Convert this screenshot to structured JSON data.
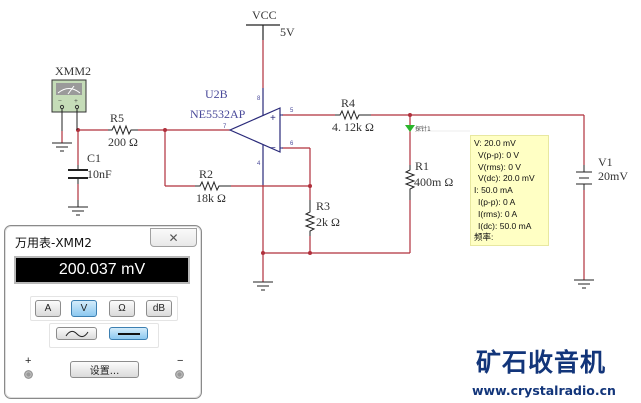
{
  "schematic": {
    "vcc": {
      "name": "VCC",
      "value": "5V"
    },
    "opamp": {
      "ref": "U2B",
      "model": "NE5532AP",
      "pins": {
        "vplus": "8",
        "out": "7",
        "noninv": "5",
        "inv": "6",
        "vminus": "4"
      }
    },
    "r5": {
      "ref": "R5",
      "value": "200 Ω"
    },
    "r2": {
      "ref": "R2",
      "value": "18k Ω"
    },
    "r3": {
      "ref": "R3",
      "value": "2k Ω"
    },
    "r4": {
      "ref": "R4",
      "value": "4. 12k Ω"
    },
    "r1": {
      "ref": "R1",
      "value": "400m Ω"
    },
    "c1": {
      "ref": "C1",
      "value": "10nF"
    },
    "v1": {
      "ref": "V1",
      "value": "20mV"
    },
    "xmm": {
      "ref": "XMM2"
    },
    "probe_label": "探针1"
  },
  "probe": {
    "lines": [
      {
        "text": "V: 20.0 mV",
        "indent": false
      },
      {
        "text": "V(p-p): 0 V",
        "indent": true
      },
      {
        "text": "V(rms): 0 V",
        "indent": true
      },
      {
        "text": "V(dc): 20.0 mV",
        "indent": true
      },
      {
        "text": "I: 50.0 mA",
        "indent": false
      },
      {
        "text": "I(p-p): 0 A",
        "indent": true
      },
      {
        "text": "I(rms): 0 A",
        "indent": true
      },
      {
        "text": "I(dc): 50.0 mA",
        "indent": true
      },
      {
        "text": "频率:",
        "indent": false
      }
    ]
  },
  "multimeter": {
    "title": "万用表-XMM2",
    "close": "✕",
    "reading": "200.037 mV",
    "modes": [
      "A",
      "V",
      "Ω",
      "dB"
    ],
    "active_mode": "V",
    "settings_label": "设置...",
    "plus": "+",
    "minus": "−"
  },
  "watermark": {
    "logo": "矿石收音机",
    "url": "www.crystalradio.cn"
  },
  "colors": {
    "wire": "#b0303c",
    "component": "#222222",
    "opamp": "#2a2a7a",
    "probe_bg": "#ffffc4"
  }
}
